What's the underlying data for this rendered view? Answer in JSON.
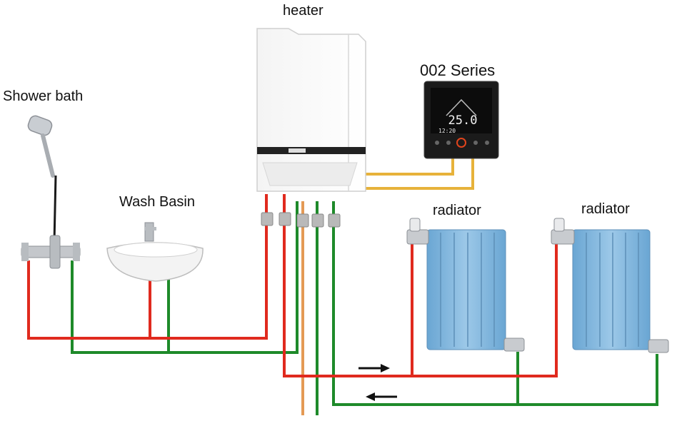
{
  "labels": {
    "heater": "heater",
    "thermostat": "002 Series",
    "shower": "Shower bath",
    "basin": "Wash Basin",
    "radiator_left": "radiator",
    "radiator_right": "radiator"
  },
  "thermostat_display": {
    "temperature": "25.0",
    "clock": "12:20"
  },
  "colors": {
    "hot_pipe": "#e02a1e",
    "return_pipe": "#1e8a2a",
    "gas_pipe": "#e49a55",
    "control_wire": "#e7b23a",
    "radiator": "#7fb6dd",
    "thermostat_body": "#1b1b1b"
  }
}
